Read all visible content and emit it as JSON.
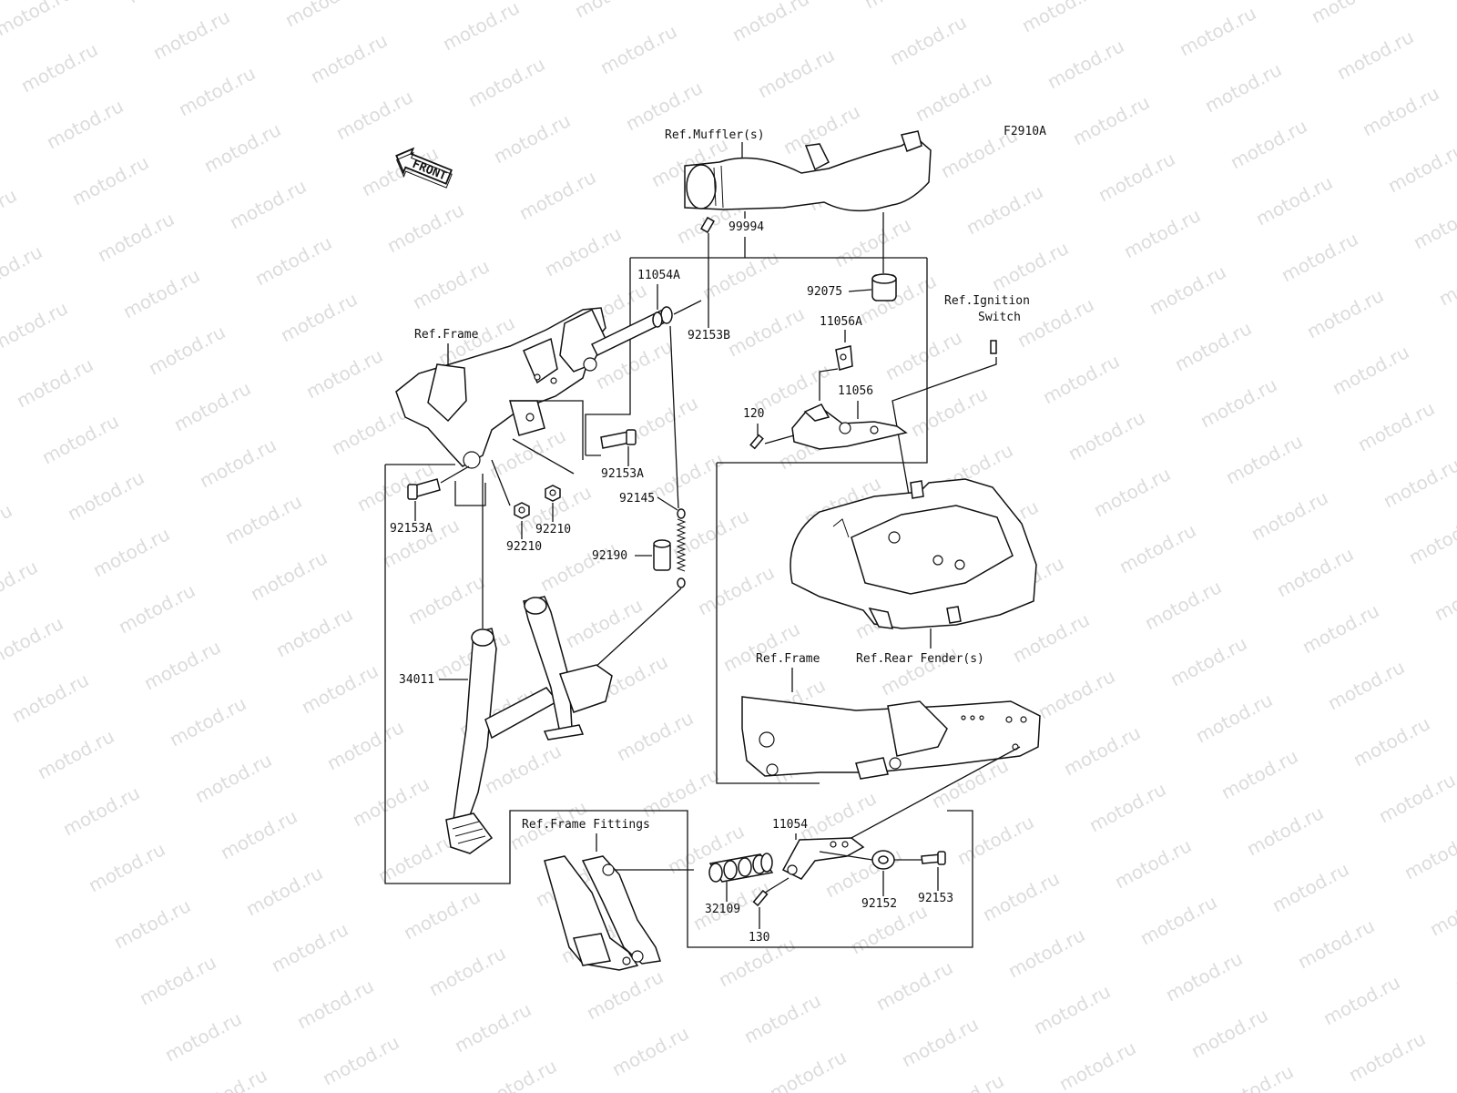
{
  "figure_code": "F2910A",
  "front_arrow_label": "FRONT",
  "watermark_text": "motod.ru",
  "labels": {
    "ref_mufflers": "Ref.Muffler(s)",
    "p99994": "99994",
    "p11054A": "11054A",
    "p92153B": "92153B",
    "p92075": "92075",
    "ref_ignition_1": "Ref.Ignition",
    "ref_ignition_2": "Switch",
    "p11056A": "11056A",
    "p11056": "11056",
    "p120": "120",
    "ref_frame_top": "Ref.Frame",
    "p92153A_right": "92153A",
    "p92153A_left": "92153A",
    "p92210_a": "92210",
    "p92210_b": "92210",
    "p92145": "92145",
    "p92190": "92190",
    "p34011": "34011",
    "ref_frame_mid": "Ref.Frame",
    "ref_rear_fender": "Ref.Rear Fender(s)",
    "ref_frame_fittings": "Ref.Frame Fittings",
    "p11054": "11054",
    "p32109": "32109",
    "p130": "130",
    "p92152": "92152",
    "p92153": "92153"
  }
}
